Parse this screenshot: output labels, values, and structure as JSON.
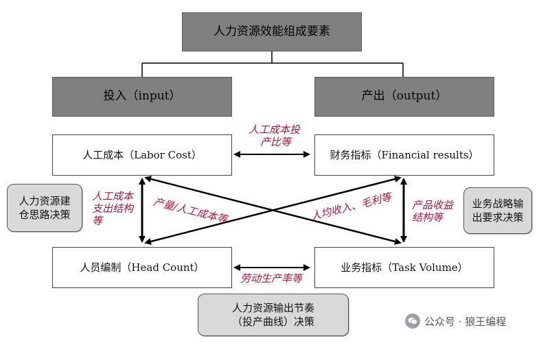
{
  "title": "人力资源效能组成要素",
  "input_label": "投入（input）",
  "output_label": "产出（output）",
  "labor_cost": "人工成本（Labor Cost）",
  "financial": "财务指标（Financial results）",
  "head_count": "人员编制（Head Count）",
  "task_volume": "业务指标（Task Volume）",
  "left_decision": [
    "人力资源建",
    "仓思路决策"
  ],
  "right_decision": [
    "业务战略输",
    "出要求决策"
  ],
  "bottom_decision": [
    "人力资源输出节奏",
    "（投产曲线）决策"
  ],
  "labels": {
    "top_arrow": [
      "人工成本投",
      "产比等"
    ],
    "bottom_arrow": "劳动生产率等",
    "left_arrow": [
      "人工成本",
      "支出结构",
      "等"
    ],
    "right_arrow": [
      "产品收益",
      "结构等"
    ],
    "diag1": "产量/人工成本等",
    "diag2": "人均收入、毛利等"
  },
  "watermark": "公众号 · 狼王编程",
  "colors": {
    "dark_box": "#808080",
    "side_box": "#d9d9d9",
    "label_red": "#b0123a"
  }
}
